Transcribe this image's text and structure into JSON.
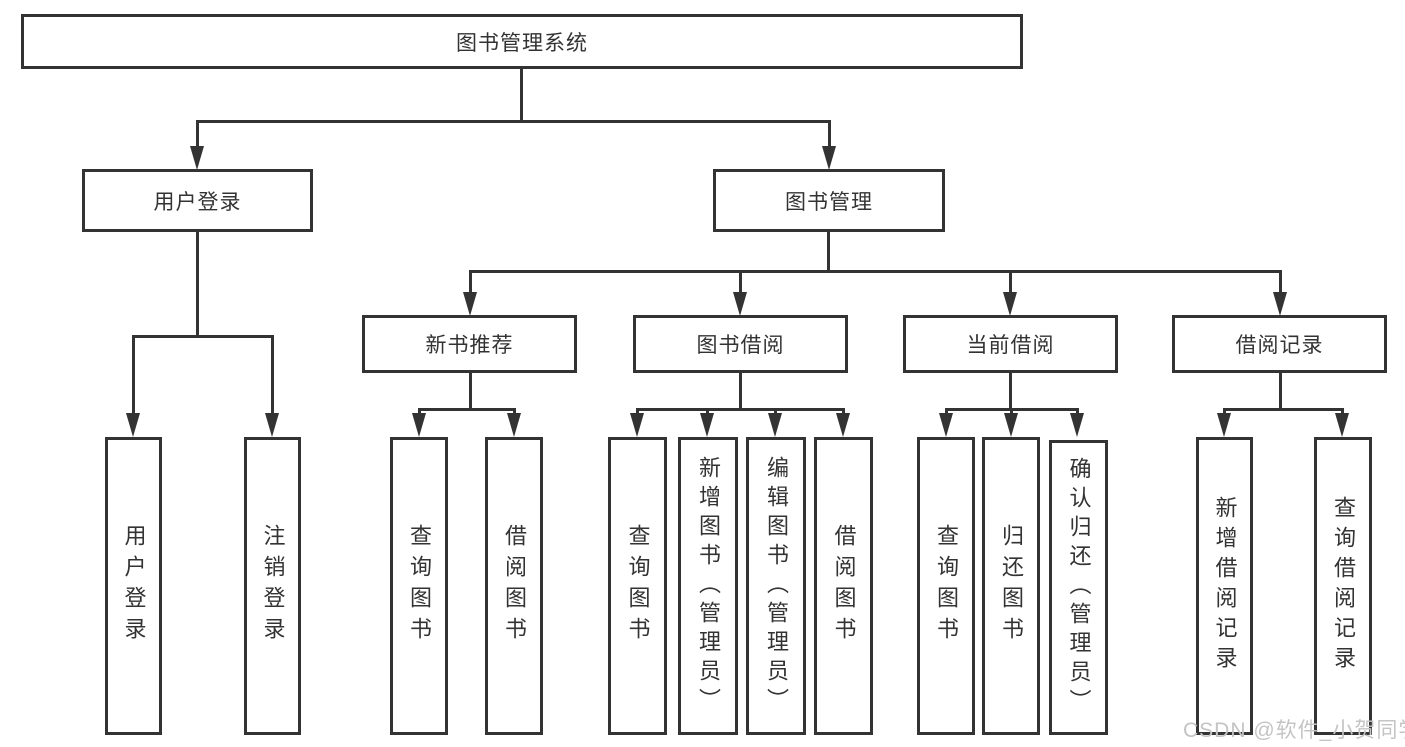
{
  "diagram": {
    "nodes": {
      "root": "图书管理系统",
      "user_login": "用户登录",
      "book_mgmt": "图书管理",
      "new_book": "新书推荐",
      "book_borrow": "图书借阅",
      "current_borrow": "当前借阅",
      "borrow_record": "借阅记录",
      "user_login_leaves": [
        "用户登录",
        "注销登录"
      ],
      "new_book_leaves": [
        "查询图书",
        "借阅图书"
      ],
      "book_borrow_leaves": [
        "查询图书",
        "新增图书（管理员）",
        "编辑图书（管理员）",
        "借阅图书"
      ],
      "current_borrow_leaves": [
        "查询图书",
        "归还图书",
        "确认归还（管理员）"
      ],
      "borrow_record_leaves": [
        "新增借阅记录",
        "查询借阅记录"
      ]
    },
    "watermark": "CSDN @软件_小贺同学",
    "colors": {
      "line": "#333333",
      "text": "#333333",
      "watermark": "#c4c4c4",
      "background": "#ffffff"
    }
  }
}
